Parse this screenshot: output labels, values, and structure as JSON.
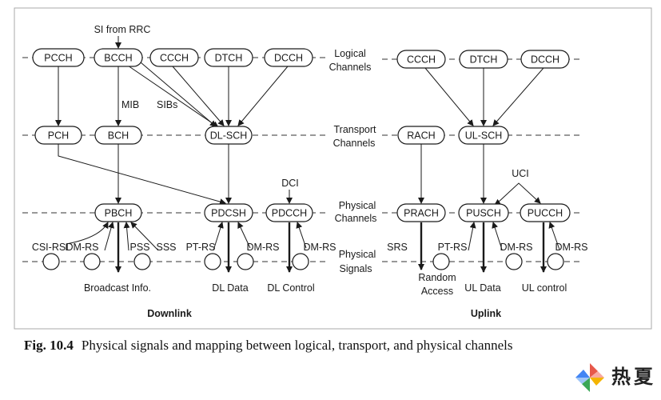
{
  "inputs": {
    "si_from_rrc": "SI from RRC",
    "dci": "DCI",
    "uci": "UCI"
  },
  "downlink": {
    "logical": [
      "PCCH",
      "BCCH",
      "CCCH",
      "DTCH",
      "DCCH"
    ],
    "transport": [
      "PCH",
      "BCH",
      "DL-SCH"
    ],
    "physical": [
      "PBCH",
      "PDCSH",
      "PDCCH"
    ],
    "edge_labels": {
      "mib": "MIB",
      "sibs": "SIBs"
    },
    "signals": [
      "CSI-RS",
      "DM-RS",
      "PSS",
      "SSS",
      "PT-RS",
      "DM-RS",
      "DM-RS"
    ],
    "outputs": [
      "Broadcast Info.",
      "DL Data",
      "DL Control"
    ],
    "section_label": "Downlink"
  },
  "layers": {
    "logical": [
      "Logical",
      "Channels"
    ],
    "transport": [
      "Transport",
      "Channels"
    ],
    "physical": [
      "Physical",
      "Channels"
    ],
    "signals": [
      "Physical",
      "Signals"
    ]
  },
  "uplink": {
    "logical": [
      "CCCH",
      "DTCH",
      "DCCH"
    ],
    "transport": [
      "RACH",
      "UL-SCH"
    ],
    "physical": [
      "PRACH",
      "PUSCH",
      "PUCCH"
    ],
    "signals": [
      "SRS",
      "PT-RS",
      "DM-RS",
      "DM-RS"
    ],
    "outputs": [
      "Random",
      "Access",
      "UL Data",
      "UL control"
    ],
    "section_label": "Uplink"
  },
  "caption": {
    "number": "Fig. 10.4",
    "text": "Physical signals and mapping between logical, transport, and physical channels"
  },
  "watermark": {
    "text": "热夏"
  }
}
